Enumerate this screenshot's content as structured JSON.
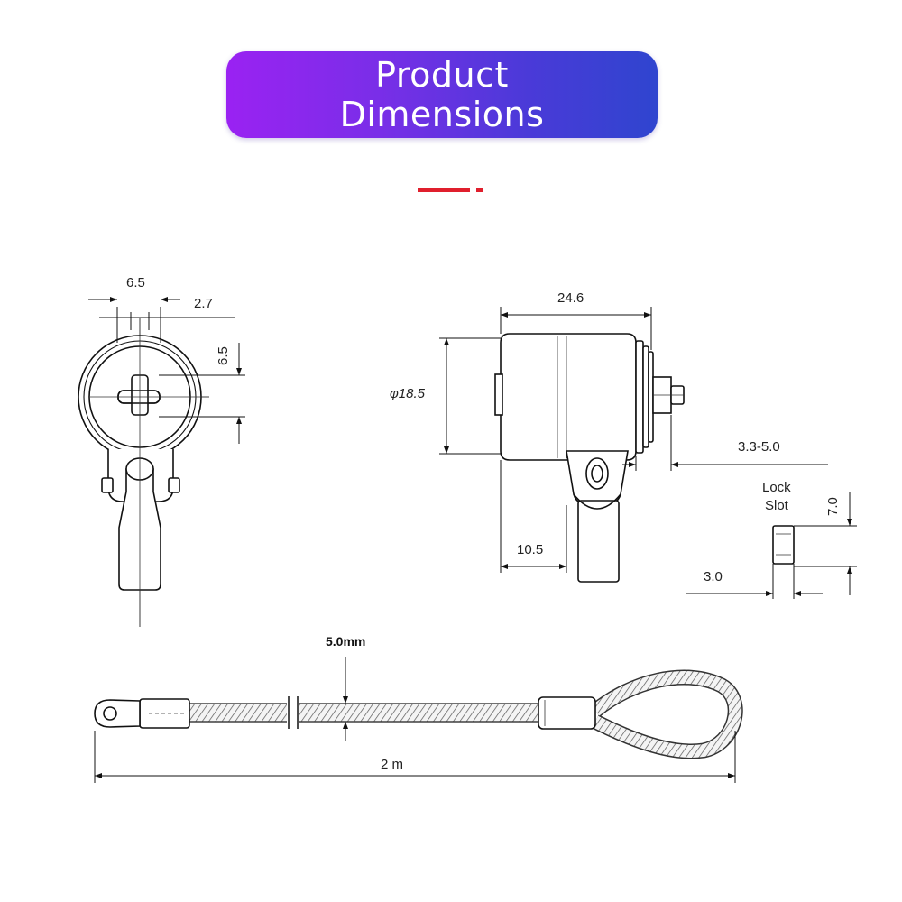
{
  "header": {
    "title_line1": "Product",
    "title_line2": "Dimensions",
    "gradient_start": "#9a22f2",
    "gradient_end": "#2f45cf",
    "accent_color": "#e01f2d"
  },
  "front_view": {
    "dim_width": "6.5",
    "dim_gap": "2.7",
    "dim_height": "6.5"
  },
  "side_view": {
    "dim_length": "24.6",
    "dim_diameter": "φ18.5",
    "dim_reach": "3.3-5.0",
    "dim_base": "10.5"
  },
  "lock_slot": {
    "label_line1": "Lock",
    "label_line2": "Slot",
    "dim_height": "7.0",
    "dim_width": "3.0"
  },
  "cable": {
    "dim_thickness": "5.0mm",
    "dim_length": "2 m"
  }
}
